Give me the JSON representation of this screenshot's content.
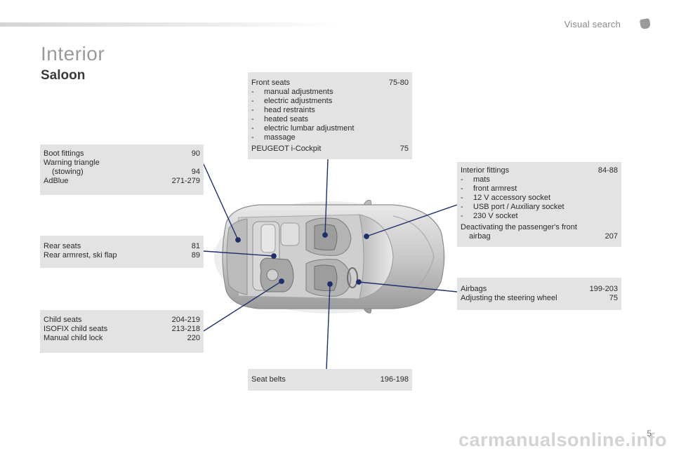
{
  "header": {
    "label": "Visual search"
  },
  "page_title": "Interior",
  "section_title": "Saloon",
  "boxes": {
    "front_seats": {
      "title": "Front seats",
      "title_pages": "75-80",
      "items": [
        "manual adjustments",
        "electric adjustments",
        "head restraints",
        "heated seats",
        "electric lumbar adjustment",
        "massage"
      ],
      "extra": "PEUGEOT i-Cockpit",
      "extra_pages": "75"
    },
    "boot": {
      "line1": "Boot fittings",
      "line1_pages": "90",
      "line2a": "Warning triangle",
      "line2b": "(stowing)",
      "line2_pages": "94",
      "line3": "AdBlue",
      "line3_pages": "271-279"
    },
    "interior_fittings": {
      "title": "Interior fittings",
      "title_pages": "84-88",
      "items": [
        "mats",
        "front armrest",
        "12 V accessory socket",
        "USB port / Auxiliary socket",
        "230 V socket"
      ],
      "extra_a": "Deactivating the passenger's front",
      "extra_b": "airbag",
      "extra_pages": "207"
    },
    "rear_seats": {
      "line1": "Rear seats",
      "line1_pages": "81",
      "line2": "Rear armrest, ski flap",
      "line2_pages": "89"
    },
    "airbags": {
      "line1": "Airbags",
      "line1_pages": "199-203",
      "line2": "Adjusting the steering wheel",
      "line2_pages": "75"
    },
    "child": {
      "line1": "Child seats",
      "line1_pages": "204-219",
      "line2": "ISOFIX child seats",
      "line2_pages": "213-218",
      "line3": "Manual child lock",
      "line3_pages": "220"
    },
    "seat_belts": {
      "line1": "Seat belts",
      "line1_pages": "196-198"
    }
  },
  "dash": "-",
  "page_number": "5",
  "watermark": "carmanualsonline.info"
}
